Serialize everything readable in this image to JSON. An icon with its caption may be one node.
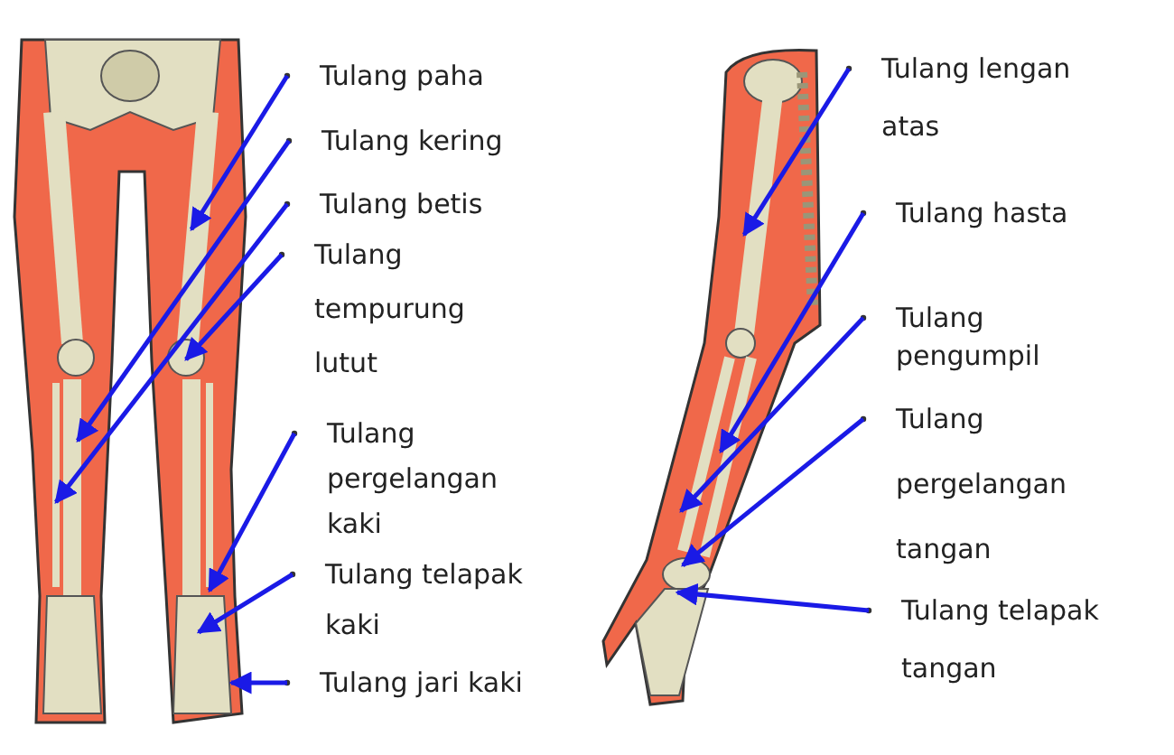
{
  "diagram": {
    "nodes": [
      {
        "text": [
          "Tulang paha"
        ]
      },
      {
        "text": [
          "Tulang kering"
        ]
      },
      {
        "text": [
          "Tulang betis"
        ]
      },
      {
        "text": [
          "Tulang tempurung lutut"
        ]
      },
      {
        "text": [
          "Tulang pergelangan kaki"
        ]
      },
      {
        "text": [
          "Tulang telapak kaki"
        ]
      },
      {
        "text": [
          "Tulang jari kaki"
        ]
      },
      {
        "text": [
          "Tulang lengan atas"
        ]
      },
      {
        "text": [
          "Tulang hasta"
        ]
      },
      {
        "text": [
          "Tulang pengumpil"
        ]
      },
      {
        "text": [
          "Tulang pergelangan tangan"
        ]
      },
      {
        "text": [
          "Tulang telapak tangan"
        ]
      }
    ],
    "edges": [
      {
        "from": 0,
        "to": null,
        "arrow": "to"
      },
      {
        "from": 1,
        "to": null,
        "arrow": "to"
      },
      {
        "from": 2,
        "to": null,
        "arrow": "to"
      },
      {
        "from": 3,
        "to": null,
        "arrow": "to"
      },
      {
        "from": 4,
        "to": null,
        "arrow": "to"
      },
      {
        "from": 5,
        "to": null,
        "arrow": "to"
      },
      {
        "from": 6,
        "to": null,
        "arrow": "to"
      },
      {
        "from": 7,
        "to": null,
        "arrow": "to"
      },
      {
        "from": 8,
        "to": null,
        "arrow": "to"
      },
      {
        "from": 9,
        "to": null,
        "arrow": "to"
      },
      {
        "from": 10,
        "to": null,
        "arrow": "to"
      },
      {
        "from": 11,
        "to": null,
        "arrow": "to"
      }
    ]
  }
}
